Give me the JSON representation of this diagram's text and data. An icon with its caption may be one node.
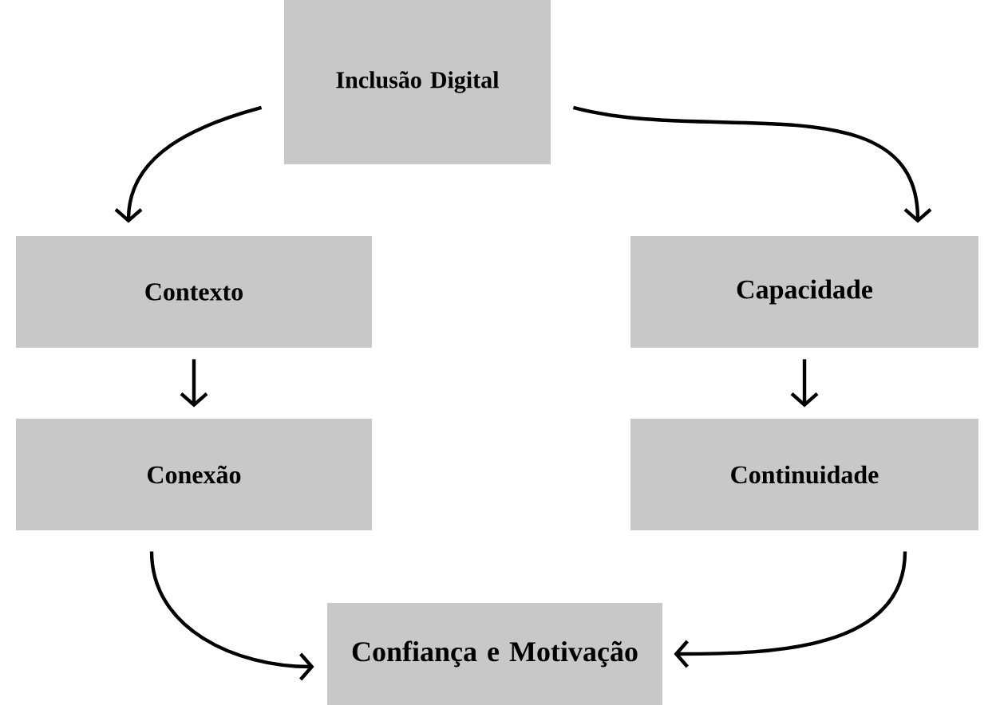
{
  "diagram": {
    "nodes": [
      {
        "text": [
          "Inclusão Digital"
        ]
      },
      {
        "text": [
          "Contexto"
        ]
      },
      {
        "text": [
          "Capacidade"
        ]
      },
      {
        "text": [
          "Conexão"
        ]
      },
      {
        "text": [
          "Continuidade"
        ]
      },
      {
        "text": [
          "Confiança e Motivação"
        ]
      }
    ],
    "edges": [
      {
        "from": 0,
        "to": 1,
        "arrow": "to"
      },
      {
        "from": 0,
        "to": 2,
        "arrow": "to"
      },
      {
        "from": 1,
        "to": 3,
        "arrow": "to"
      },
      {
        "from": 2,
        "to": 4,
        "arrow": "to"
      },
      {
        "from": 3,
        "to": 5,
        "arrow": "to"
      },
      {
        "from": 4,
        "to": 5,
        "arrow": "to"
      }
    ]
  }
}
